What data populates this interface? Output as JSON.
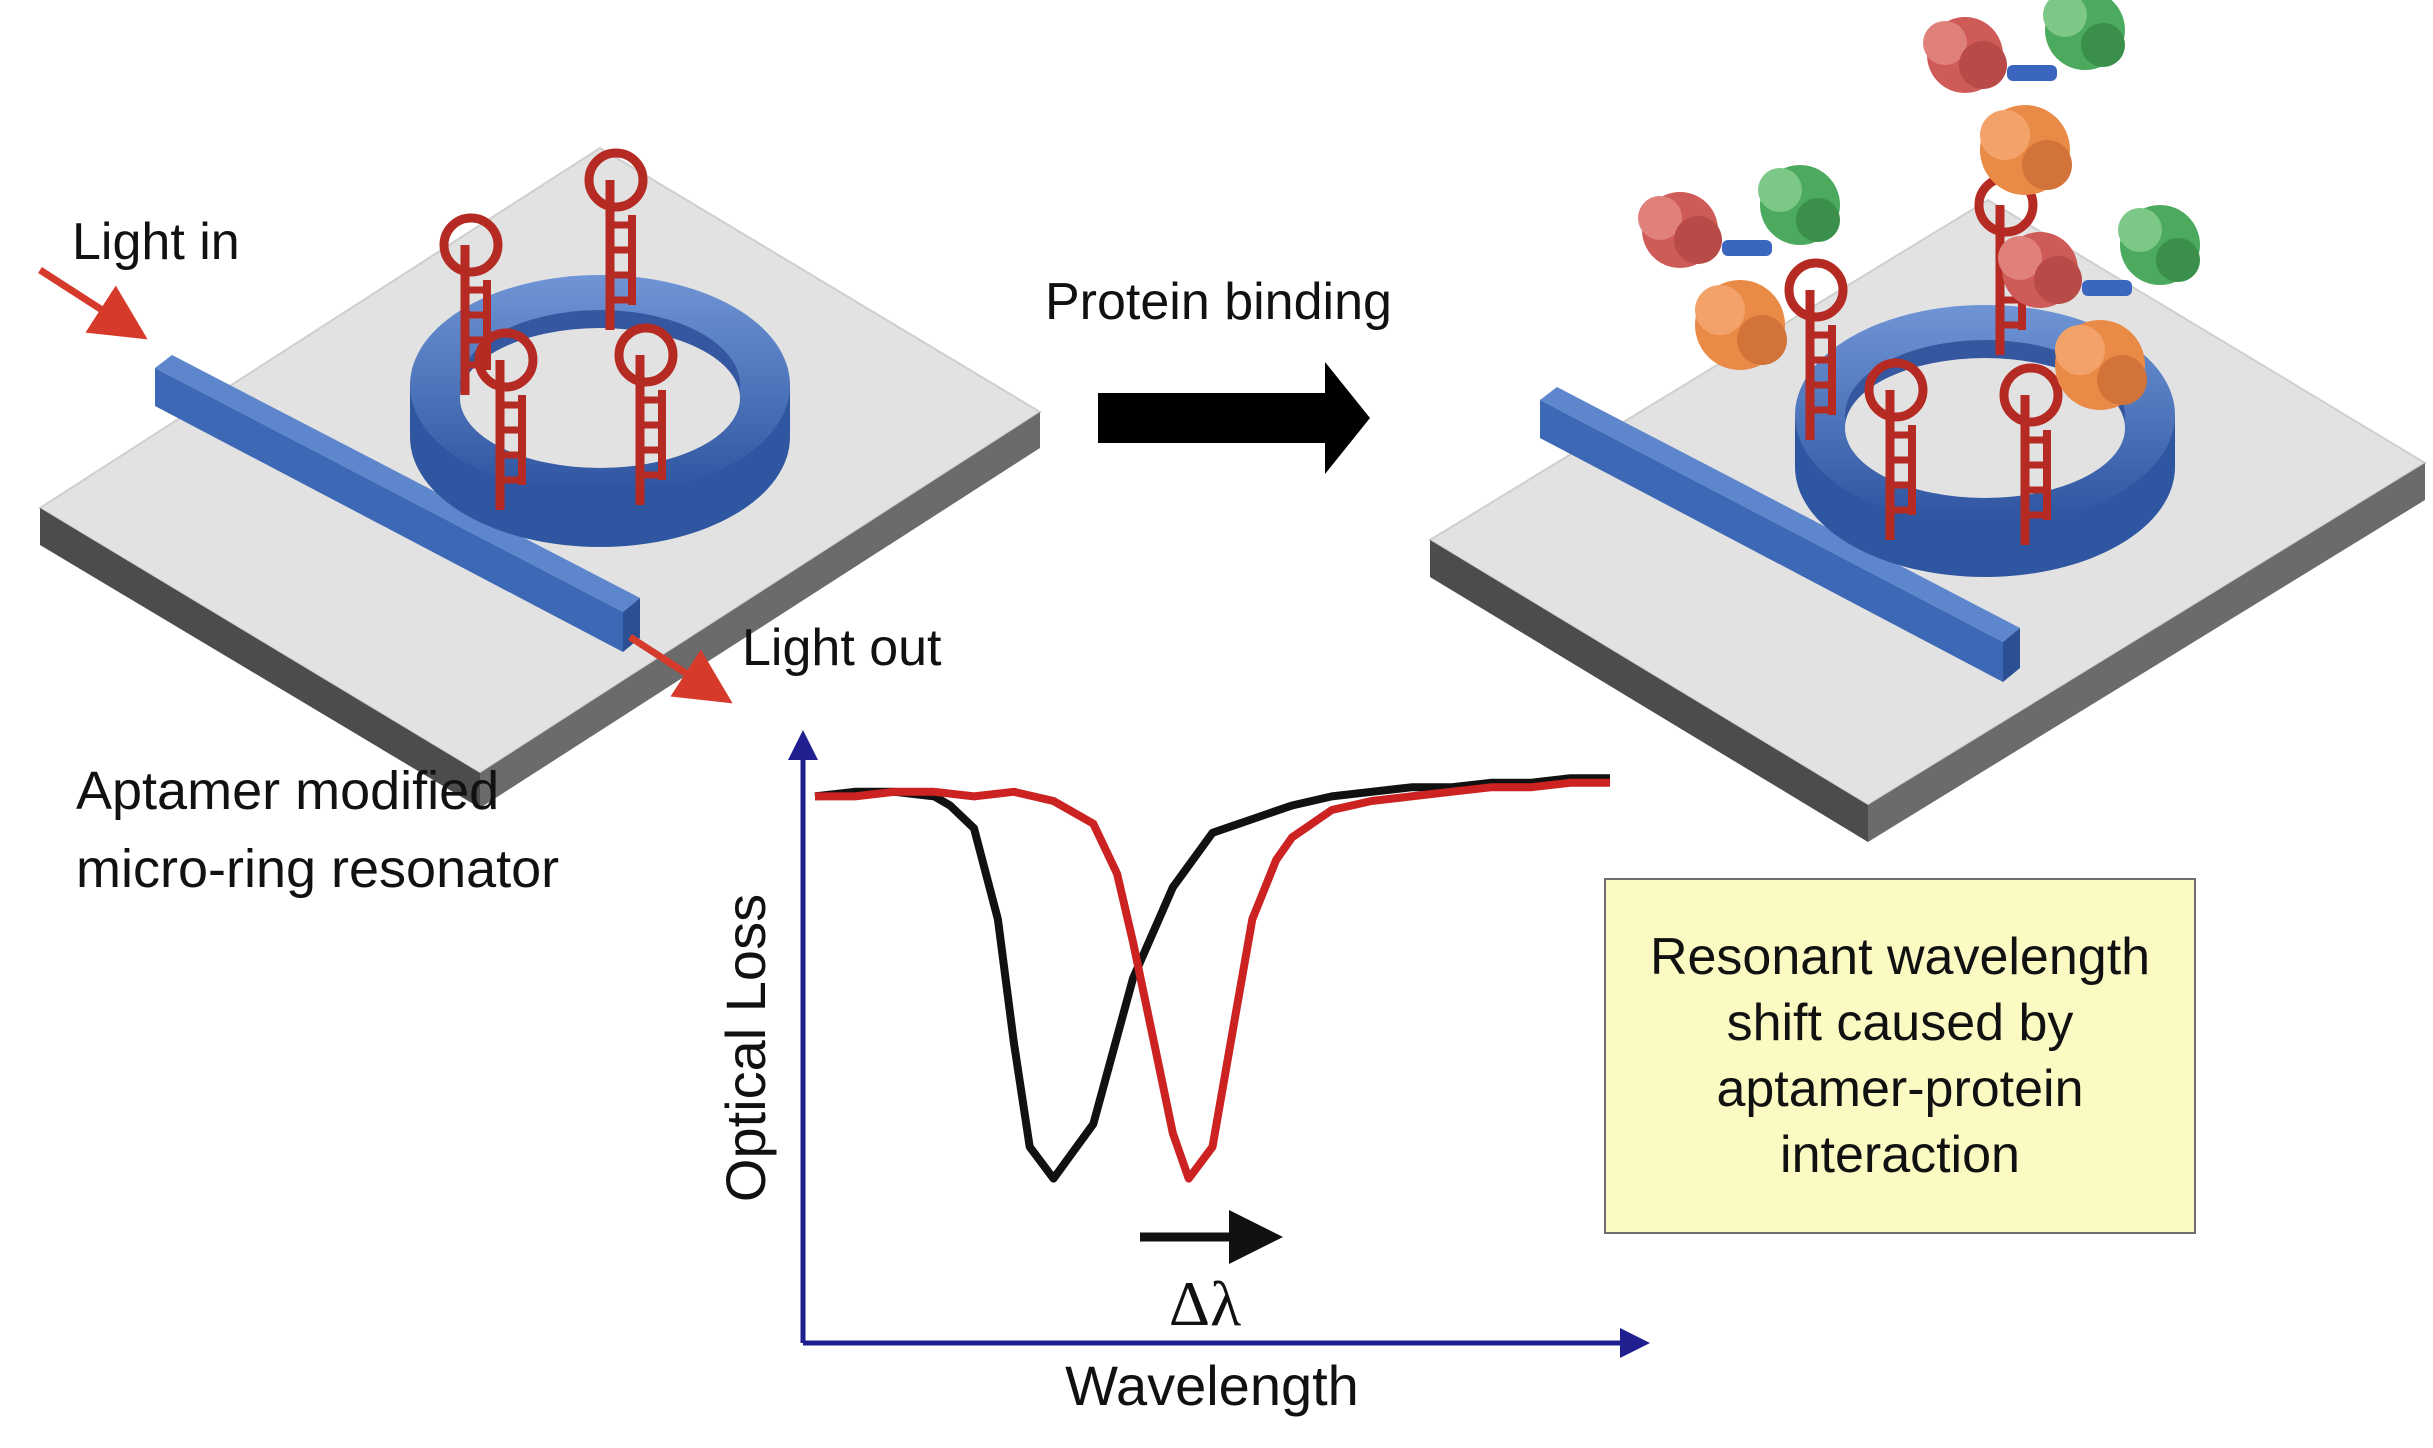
{
  "labels": {
    "light_in": "Light in",
    "light_out": "Light out",
    "protein_binding": "Protein binding",
    "device_caption": [
      "Aptamer modified",
      "micro-ring resonator"
    ],
    "callout": [
      "Resonant wavelength",
      "shift caused by",
      "aptamer-protein",
      "interaction"
    ]
  },
  "chart_data": {
    "type": "line",
    "xlabel": "Wavelength",
    "ylabel": "Optical Loss",
    "annotation": "Δλ",
    "series": [
      {
        "color": "#111111",
        "x": [
          0,
          5,
          10,
          15,
          17,
          20,
          23,
          25,
          27,
          30,
          35,
          40,
          45,
          50,
          55,
          60,
          65,
          70,
          75,
          80,
          85,
          90,
          95,
          100
        ],
        "y": [
          0.92,
          0.93,
          0.93,
          0.92,
          0.9,
          0.85,
          0.65,
          0.38,
          0.15,
          0.08,
          0.2,
          0.52,
          0.72,
          0.84,
          0.87,
          0.9,
          0.92,
          0.93,
          0.94,
          0.94,
          0.95,
          0.95,
          0.96,
          0.96
        ]
      },
      {
        "color": "#cc2222",
        "x": [
          0,
          5,
          10,
          15,
          20,
          25,
          30,
          35,
          38,
          40,
          43,
          45,
          47,
          50,
          53,
          55,
          58,
          60,
          65,
          70,
          75,
          80,
          85,
          90,
          95,
          100
        ],
        "y": [
          0.92,
          0.92,
          0.93,
          0.93,
          0.92,
          0.93,
          0.91,
          0.86,
          0.75,
          0.6,
          0.35,
          0.18,
          0.08,
          0.15,
          0.45,
          0.65,
          0.78,
          0.83,
          0.89,
          0.91,
          0.92,
          0.93,
          0.94,
          0.94,
          0.95,
          0.95
        ]
      }
    ]
  },
  "colors": {
    "waveguide": "#3d68b5",
    "aptamer": "#b52a22",
    "arrow_red": "#d63a2a",
    "axis": "#1f1f8f"
  }
}
